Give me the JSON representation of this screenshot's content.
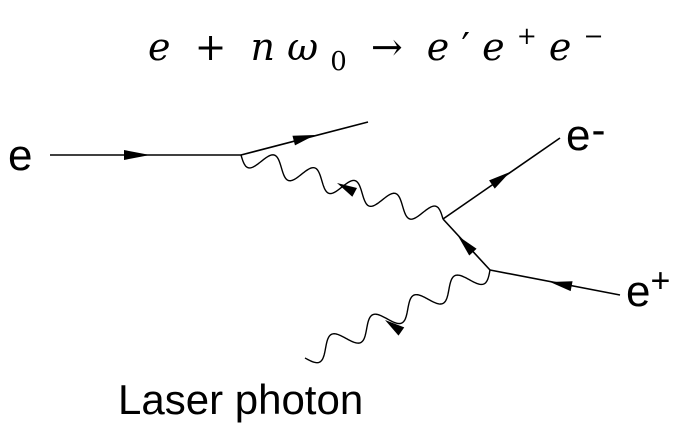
{
  "equation": {
    "lhs_e": "e",
    "plus": "+",
    "n": "n",
    "omega": "ω",
    "omega_sub": "0",
    "arrow": "→",
    "rhs_e1": "e",
    "prime": "′",
    "rhs_e2": "e",
    "sup_plus": "+",
    "rhs_e3": "e",
    "sup_minus": "−"
  },
  "labels": {
    "incoming_electron": "e",
    "outgoing_electron": "e",
    "outgoing_electron_sign": "-",
    "positron": "e",
    "positron_sign": "+",
    "laser_photon": "Laser photon"
  },
  "colors": {
    "line": "#000000",
    "background": "#ffffff"
  }
}
